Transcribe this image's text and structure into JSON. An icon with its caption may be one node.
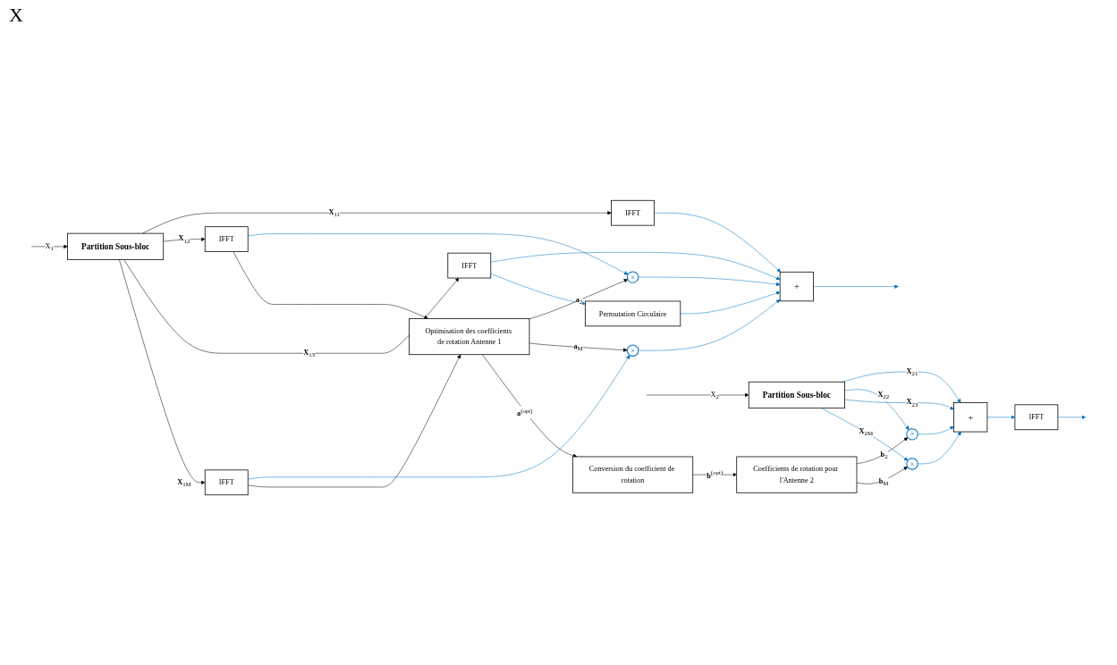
{
  "diagram": {
    "nodes": [
      {
        "text": [
          "Partition Sous-bloc"
        ]
      },
      {
        "text": [
          "IFFT"
        ]
      },
      {
        "text": [
          "IFFT"
        ]
      },
      {
        "text": [
          "IFFT"
        ]
      },
      {
        "text": [
          "IFFT"
        ]
      },
      {
        "text": [
          "Permutation Circulaire"
        ]
      },
      {
        "text": [
          "×"
        ]
      },
      {
        "text": [
          "×"
        ]
      },
      {
        "text": [
          "+"
        ]
      },
      {
        "text": [
          "Optimisation des coefficients de rotation Antenne 1"
        ]
      },
      {
        "text": [
          "Conversion du coefficient de rotation"
        ]
      },
      {
        "text": [
          "Coefficients de rotation pour l'Antenne 2"
        ]
      },
      {
        "text": [
          "Partition Sous-bloc"
        ]
      },
      {
        "text": [
          "×"
        ]
      },
      {
        "text": [
          "×"
        ]
      },
      {
        "text": [
          "+"
        ]
      },
      {
        "text": [
          "IFFT"
        ]
      }
    ],
    "edges": [
      {
        "from": null,
        "to": 0,
        "arrow": "to",
        "label": "X$_{1}$",
        "color": "#000000"
      },
      {
        "from": null,
        "to": 12,
        "arrow": "to",
        "label": "X$_{2}$",
        "color": "#000000"
      },
      {
        "from": 0,
        "to": 1,
        "arrow": "to",
        "label": "**X**$_{11}$",
        "color": "#000000"
      },
      {
        "from": 0,
        "to": 2,
        "arrow": "to",
        "label": "**X**$_{12}$",
        "color": "#000000"
      },
      {
        "from": 0,
        "to": 3,
        "arrow": "to",
        "label": "**X**$_{13}$",
        "color": "#000000"
      },
      {
        "from": 0,
        "to": 4,
        "arrow": "to",
        "label": "**X**$_{1M}$",
        "color": "#000000"
      },
      {
        "from": 1,
        "to": 8,
        "arrow": "to"
      },
      {
        "from": 2,
        "to": 6,
        "arrow": "to"
      },
      {
        "from": 6,
        "to": 8,
        "arrow": "to"
      },
      {
        "from": 3,
        "to": 8,
        "arrow": "to"
      },
      {
        "from": 3,
        "to": 5,
        "arrow": "to"
      },
      {
        "from": 5,
        "to": 8,
        "arrow": "to"
      },
      {
        "from": 4,
        "to": 7,
        "arrow": "to"
      },
      {
        "from": 7,
        "to": 8,
        "arrow": "to"
      },
      {
        "from": 2,
        "to": 9,
        "arrow": "to",
        "color": "#000000"
      },
      {
        "from": 4,
        "to": 9,
        "arrow": "to",
        "color": "#000000"
      },
      {
        "from": 9,
        "to": 6,
        "arrow": "to",
        "label": "**a**$_{2}$",
        "color": "#000000"
      },
      {
        "from": 9,
        "to": 7,
        "arrow": "to",
        "label": "**a**$_{M}$",
        "color": "#000000"
      },
      {
        "from": 8,
        "to": null,
        "arrow": "to"
      },
      {
        "from": 9,
        "to": 10,
        "arrow": "to",
        "label": "**a**$^{(opt)}$",
        "color": "#000000"
      },
      {
        "from": 10,
        "to": 11,
        "arrow": "to",
        "label": "**b**$^{(opt)}$",
        "color": "#000000"
      },
      {
        "from": 12,
        "to": 15,
        "arrow": "to",
        "label": "**X**$_{21}$"
      },
      {
        "from": 12,
        "to": 13,
        "arrow": "to",
        "label": "**X**$_{22}$"
      },
      {
        "from": 13,
        "to": 15,
        "arrow": "to"
      },
      {
        "from": 12,
        "to": 15,
        "arrow": "to",
        "label": "**X**$_{23}$"
      },
      {
        "from": 12,
        "to": 14,
        "arrow": "to",
        "label": "**X**$_{2M}$"
      },
      {
        "from": 14,
        "to": 15,
        "arrow": "to"
      },
      {
        "from": 11,
        "to": 13,
        "arrow": "to",
        "label": "**b**$_{2}$",
        "color": "#000000"
      },
      {
        "from": 11,
        "to": 14,
        "arrow": "to",
        "label": "**b**$_{M}$",
        "color": "#000000"
      },
      {
        "from": 15,
        "to": 16,
        "arrow": "to"
      },
      {
        "from": 16,
        "to": null,
        "arrow": "to"
      }
    ],
    "labels": [
      "X"
    ]
  }
}
